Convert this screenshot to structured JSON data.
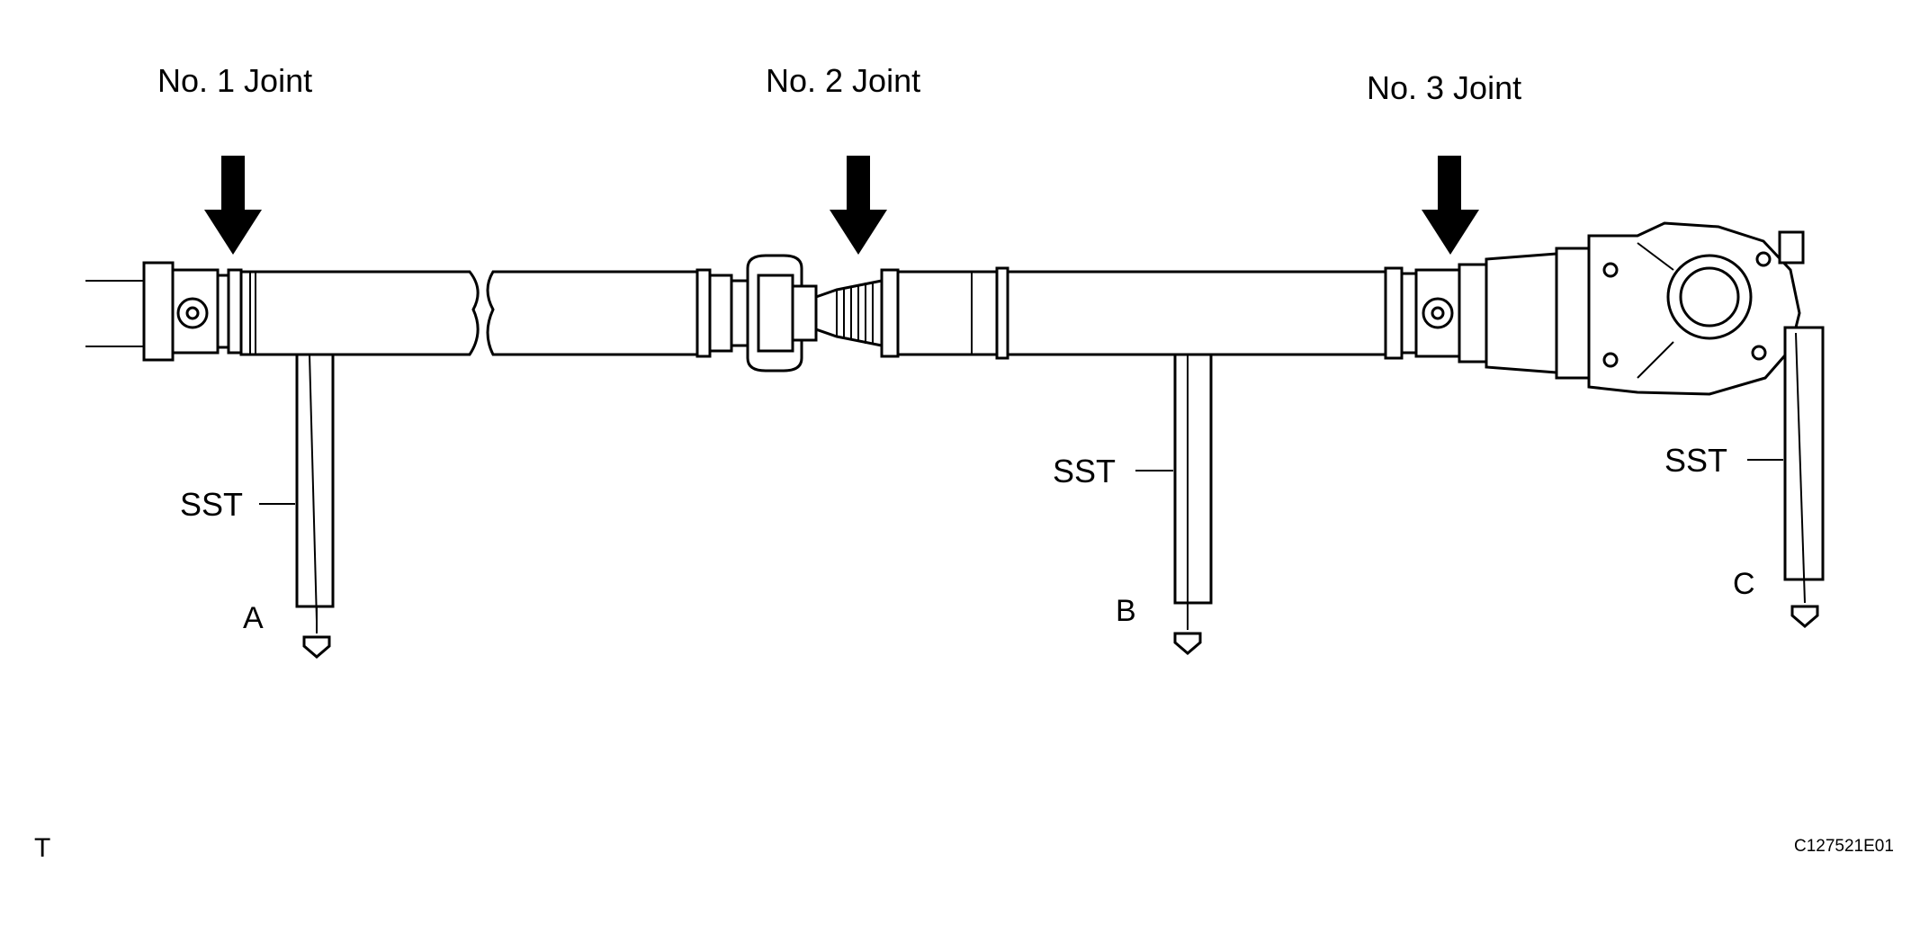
{
  "labels": {
    "joint1": "No. 1 Joint",
    "joint2": "No. 2 Joint",
    "joint3": "No. 3 Joint",
    "sst_a": "SST",
    "sst_b": "SST",
    "sst_c": "SST",
    "point_a": "A",
    "point_b": "B",
    "point_c": "C"
  },
  "footer": {
    "corner_mark": "T",
    "figure_code": "C127521E01"
  }
}
